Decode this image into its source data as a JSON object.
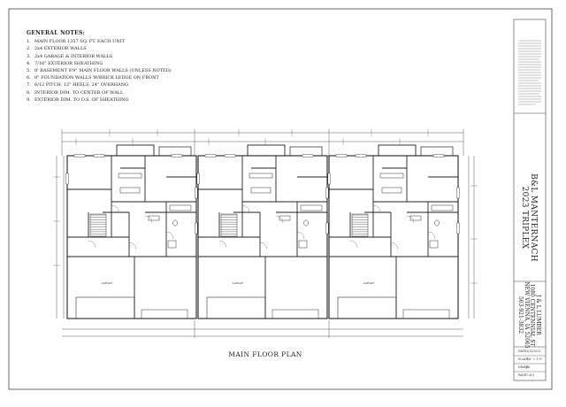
{
  "notes": {
    "heading": "GENERAL NOTES:",
    "items": [
      "MAIN FLOOR 1357 SQ. FT. EACH UNIT",
      "2x4 EXTERIOR WALLS",
      "2x4 GARAGE & INTERIOR WALLS",
      "7/16\" EXTERIOR SHEATHING",
      "8' BASEMENT 8'9\" MAIN FLOOR WALLS (UNLESS NOTED)",
      "8\" FOUNDATION WALLS W/BRICK LEDGE ON FRONT",
      "6/12 PITCH, 12\" HEELS, 24\" OVERHANG",
      "INTERIOR DIM. TO CENTER OF WALL",
      "EXTERIOR DIM. TO O.S. OF SHEATHING"
    ]
  },
  "plan_title": "MAIN FLOOR PLAN",
  "project": {
    "line1": "B&L MANTERNACH",
    "line2": "2023 TRIPLEX"
  },
  "company": {
    "name": "J & L LUMBER",
    "address": "1080 CENTENNIAL ST",
    "city": "NEW VIENNA, IA 52065",
    "phone": "563-921-3832"
  },
  "sheet_info": {
    "date": "3/13/2023",
    "scale": "1/8\" = 1'-0\"",
    "drawn_by": "JL",
    "page": "1 of 3"
  },
  "units": [
    {
      "garage_label": "GARAGE"
    },
    {
      "garage_label": "GARAGE"
    },
    {
      "garage_label": "GARAGE"
    }
  ]
}
